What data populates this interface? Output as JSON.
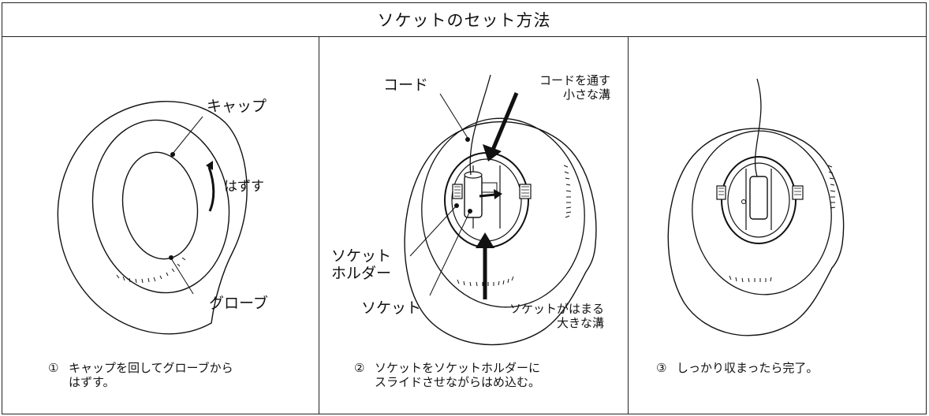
{
  "title": "ソケットのセット方法",
  "panel1": {
    "label_cap": "キャップ",
    "label_remove": "はずす",
    "label_globe": "グローブ",
    "caption_num": "①",
    "caption_line1": "キャップを回してグローブから",
    "caption_line2": "はずす。"
  },
  "panel2": {
    "label_cord": "コード",
    "label_small_groove_1": "コードを通す",
    "label_small_groove_2": "小さな溝",
    "label_holder_1": "ソケット",
    "label_holder_2": "ホルダー",
    "label_socket": "ソケット",
    "label_big_groove_1": "ソケットがはまる",
    "label_big_groove_2": "大きな溝",
    "caption_num": "②",
    "caption_line1": "ソケットをソケットホルダーに",
    "caption_line2": "スライドさせながらはめ込む。"
  },
  "panel3": {
    "caption_num": "③",
    "caption_line1": "しっかり収まったら完了。"
  }
}
